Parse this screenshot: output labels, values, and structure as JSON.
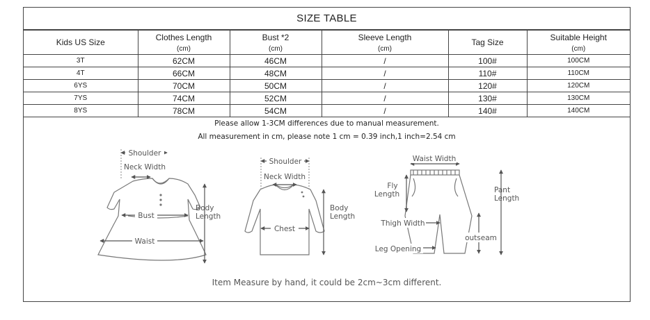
{
  "title": "SIZE TABLE",
  "table": {
    "headers": [
      {
        "label": "Kids US Size",
        "unit": ""
      },
      {
        "label": "Clothes Length",
        "unit": "(cm)"
      },
      {
        "label": "Bust *2",
        "unit": "(cm)"
      },
      {
        "label": "Sleeve Length",
        "unit": "(cm)"
      },
      {
        "label": "Tag Size",
        "unit": ""
      },
      {
        "label": "Suitable Height",
        "unit": "(cm)"
      }
    ],
    "rows": [
      [
        "3T",
        "62CM",
        "46CM",
        "/",
        "100#",
        "100CM"
      ],
      [
        "4T",
        "66CM",
        "48CM",
        "/",
        "110#",
        "110CM"
      ],
      [
        "6YS",
        "70CM",
        "50CM",
        "/",
        "120#",
        "120CM"
      ],
      [
        "7YS",
        "74CM",
        "52CM",
        "/",
        "130#",
        "130CM"
      ],
      [
        "8YS",
        "78CM",
        "54CM",
        "/",
        "140#",
        "140CM"
      ]
    ]
  },
  "notes": {
    "line1": "Please allow 1-3CM differences due to manual measurement.",
    "line2": "All measurement in cm, please note 1 cm = 0.39 inch,1 inch=2.54 cm",
    "bottom": "Item Measure by hand, it could be 2cm~3cm different."
  },
  "diagrams": {
    "dress": {
      "shoulder": "Shoulder",
      "neck_width": "Neck Width",
      "bust": "Bust",
      "waist": "Waist",
      "body_length_1": "Body",
      "body_length_2": "Length"
    },
    "sweater": {
      "shoulder": "Shoulder",
      "neck_width": "Neck Width",
      "chest": "Chest",
      "body_length_1": "Body",
      "body_length_2": "Length"
    },
    "pants": {
      "waist_width": "Waist Width",
      "fly_1": "Fly",
      "fly_2": "Length",
      "pant_1": "Pant",
      "pant_2": "Length",
      "thigh_width": "Thigh Width",
      "outseam": "outseam",
      "leg_opening": "Leg Opening"
    }
  }
}
